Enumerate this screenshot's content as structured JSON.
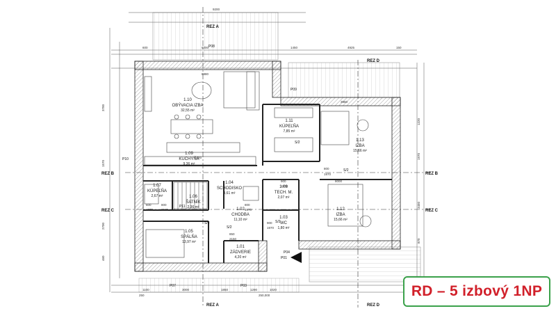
{
  "title": "RD – 5 izbový 1NP",
  "rooms": [
    {
      "num": "1.10",
      "name": "OBÝVACIA IZBA",
      "area": "32,55 m²"
    },
    {
      "num": "1.09",
      "name": "KUCHYŇA",
      "area": "9,36 m²"
    },
    {
      "num": "1.11",
      "name": "KÚPEĽŇA",
      "area": "7,85 m²"
    },
    {
      "num": "1.13",
      "name": "IZBA",
      "area": "15,66 m²"
    },
    {
      "num": "1.07",
      "name": "KÚPEĽŇA",
      "area": "2,67 m²"
    },
    {
      "num": "1.06",
      "name": "ŠATNÍK",
      "area": "2,36 m²"
    },
    {
      "num": "1.04",
      "name": "SCHODISKO",
      "area": "3,61 m²"
    },
    {
      "num": "1.08",
      "name": "TECH. M.",
      "area": "2,07 m²"
    },
    {
      "num": "1.12",
      "name": "IZBA",
      "area": "15,66 m²"
    },
    {
      "num": "1.02",
      "name": "CHODBA",
      "area": "11,10 m²"
    },
    {
      "num": "1.03",
      "name": "WC",
      "area": "1,80 m²"
    },
    {
      "num": "1.05",
      "name": "SPÁLŇA",
      "area": "13,97 m²"
    },
    {
      "num": "1.01",
      "name": "ZÁDVERIE",
      "area": "4,20 m²"
    }
  ],
  "sections": {
    "a": "REZ A",
    "b": "REZ B",
    "c": "REZ C",
    "d": "REZ D"
  },
  "tags": [
    "P08",
    "P09",
    "P10",
    "P11",
    "P07",
    "P03",
    "P04",
    "P01",
    "S/2",
    "S/2",
    "S/2",
    "S/2",
    "S/2"
  ],
  "dimensions": {
    "overall": "9200",
    "upper": [
      "600",
      "6000",
      "1450",
      "4925",
      "150"
    ],
    "inner": [
      "8880",
      "3960",
      "4400",
      "8000"
    ],
    "lower": [
      "1100",
      "3000",
      "1850",
      "1290",
      "1020"
    ],
    "lower2": [
      "250",
      "250,000"
    ],
    "left": [
      "3700",
      "1570",
      "2700",
      "460"
    ],
    "right": [
      "1220",
      "1970",
      "3450",
      "870"
    ],
    "misc": [
      "800",
      "1970",
      "800",
      "1970",
      "600",
      "1970",
      "800",
      "1970",
      "900",
      "1970",
      "900",
      "1970",
      "850",
      "2150"
    ]
  }
}
